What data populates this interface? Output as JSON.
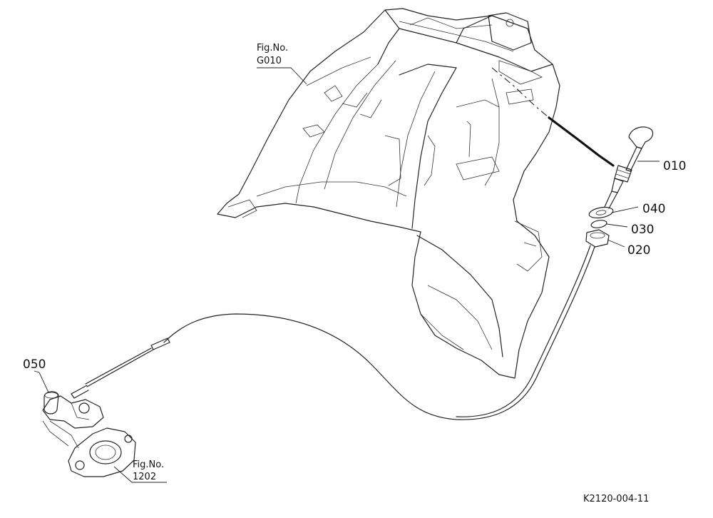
{
  "labels": {
    "ref_g010_line1": "Fig.No.",
    "ref_g010_line2": "G010",
    "part_010": "010",
    "part_040": "040",
    "part_030": "030",
    "part_020": "020",
    "part_050": "050",
    "ref_1202_line1": "Fig.No.",
    "ref_1202_line2": "1202",
    "drawing_code": "K2120-004-11"
  }
}
